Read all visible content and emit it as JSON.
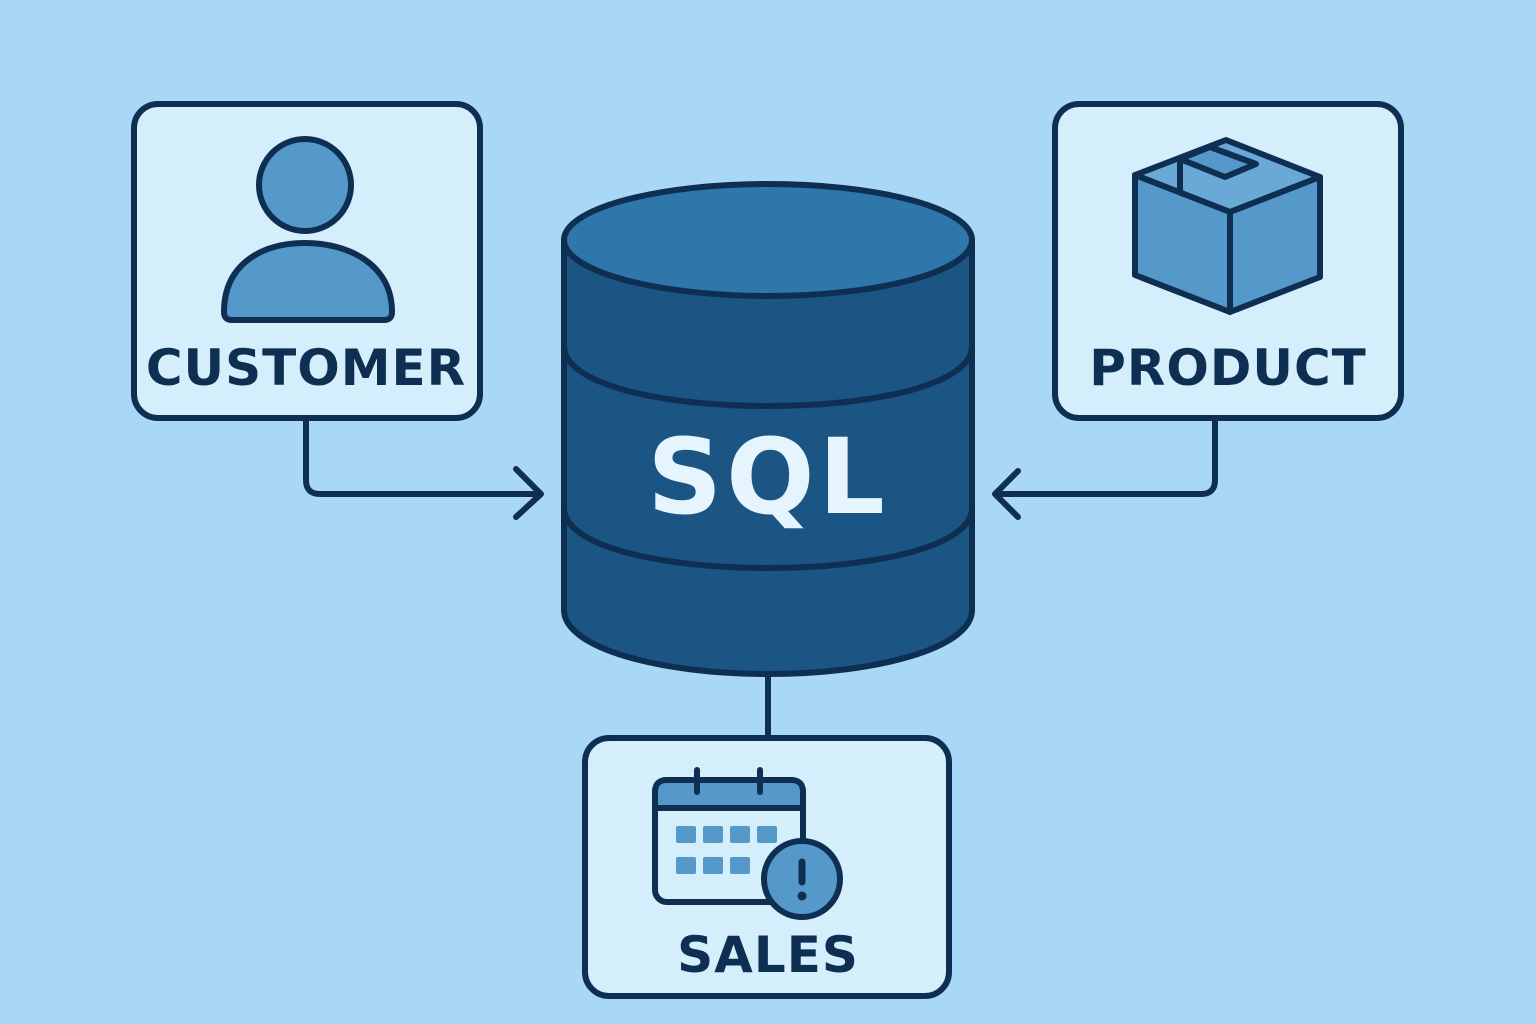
{
  "diagram": {
    "database": {
      "label": "SQL",
      "icon": "database-icon"
    },
    "entities": {
      "customer": {
        "label": "CUSTOMER",
        "icon": "user-icon"
      },
      "product": {
        "label": "PRODUCT",
        "icon": "box-icon"
      },
      "sales": {
        "label": "SALES",
        "icon": "calendar-alert-icon"
      }
    },
    "connections": [
      {
        "from": "CUSTOMER",
        "to": "SQL",
        "arrow": true
      },
      {
        "from": "PRODUCT",
        "to": "SQL",
        "arrow": true
      },
      {
        "from": "SQL",
        "to": "SALES",
        "arrow": false
      }
    ],
    "colors": {
      "background": "#a8d8f5",
      "card_fill": "#d4eefc",
      "outline": "#0f2f52",
      "icon_fill": "#5499c9",
      "database_body": "#1b5584",
      "database_top": "#2f76ab",
      "database_text": "#e6f4fd"
    }
  }
}
